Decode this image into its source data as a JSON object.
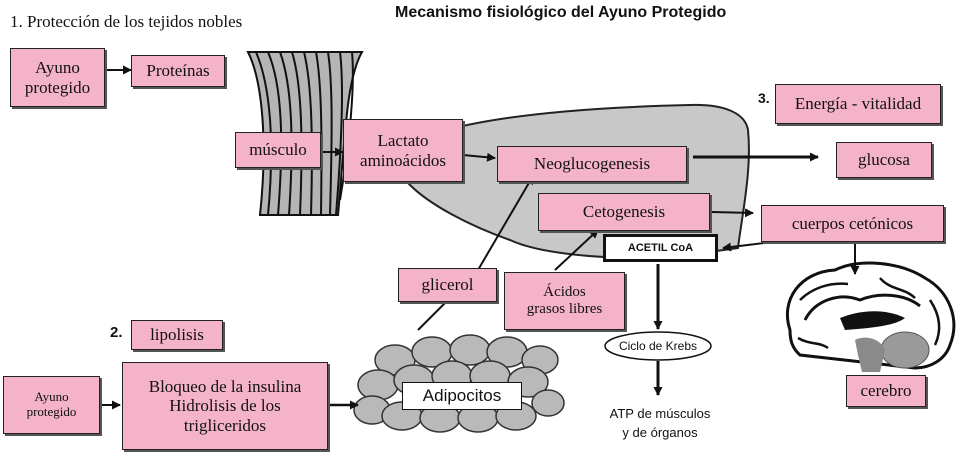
{
  "title": "Mecanismo fisiológico del Ayuno Protegido",
  "section1": {
    "label": "1. Protección de los tejidos nobles"
  },
  "section2": {
    "number": "2."
  },
  "section3": {
    "number": "3."
  },
  "boxes": {
    "ayuno_top": "Ayuno\nprotegido",
    "proteinas": "Proteínas",
    "musculo": "músculo",
    "lactato": "Lactato\naminoácidos",
    "neoglucogenesis": "Neoglucogenesis",
    "glucosa": "glucosa",
    "energia": "Energía - vitalidad",
    "cetogenesis": "Cetogenesis",
    "cuerpos": "cuerpos cetónicos",
    "acetil": "ACETIL CoA",
    "glicerol": "glicerol",
    "acidos": "Ácidos\ngrasos libres",
    "lipolisis": "lipolisis",
    "ayuno_bottom": "Ayuno\nprotegido",
    "bloqueo": "Bloqueo de la insulina\nHidrolisis de los\ntrigliceridos",
    "adipocitos": "Adipocitos",
    "cerebro": "cerebro"
  },
  "labels": {
    "ciclo": "Ciclo de Krebs",
    "atp": "ATP de músculos\ny de órganos"
  },
  "colors": {
    "box_fill": "#f4b3c9",
    "liver_fill": "#c8c8c8",
    "muscle_fill": "#b5b5b5",
    "adipocyte_fill": "#b9b9b9",
    "brain_gray": "#8a8a8a"
  }
}
